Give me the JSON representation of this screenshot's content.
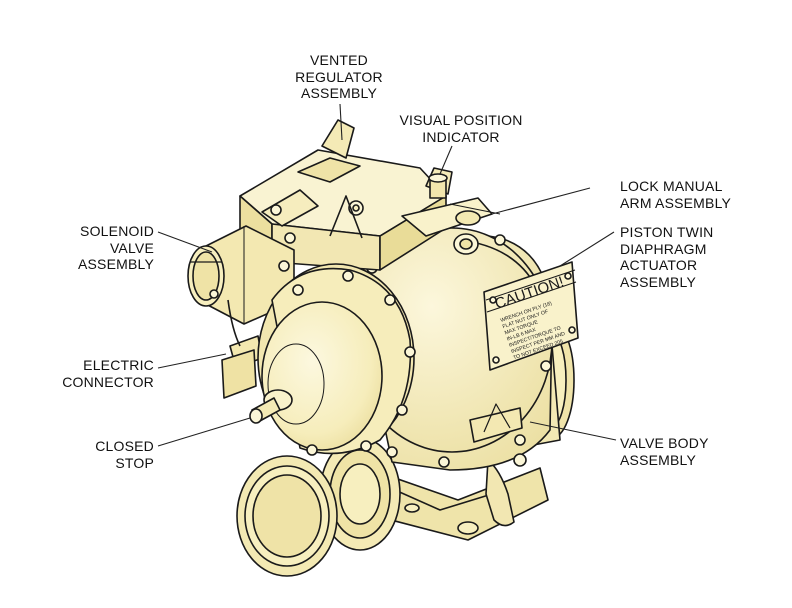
{
  "callouts": {
    "vented_regulator": [
      "VENTED",
      "REGULATOR",
      "ASSEMBLY"
    ],
    "visual_position": [
      "VISUAL POSITION",
      "INDICATOR"
    ],
    "lock_manual_arm": [
      "LOCK MANUAL",
      "ARM ASSEMBLY"
    ],
    "piston_twin": [
      "PISTON TWIN",
      "DIAPHRAGM",
      "ACTUATOR",
      "ASSEMBLY"
    ],
    "solenoid_valve": [
      "SOLENOID",
      "VALVE",
      "ASSEMBLY"
    ],
    "electric_connector": [
      "ELECTRIC",
      "CONNECTOR"
    ],
    "closed_stop": [
      "CLOSED",
      "STOP"
    ],
    "valve_body": [
      "VALVE BODY",
      "ASSEMBLY"
    ]
  },
  "caution_plate": {
    "heading": "CAUTION!",
    "lines": [
      "WRENCH ON PLY (18)",
      "FLAT NUT ONLY OF",
      "MAX TORQUE",
      "IN-LB 6 MAX",
      "INSPECT/TORQUE TO",
      "INSPECT PER MM AND",
      "TO NOT EXCEED 205"
    ]
  },
  "colors": {
    "body_fill": "#f7efbf",
    "body_fill_light": "#fbf6d7",
    "body_fill_shade": "#ecdf9f",
    "outline": "#1a1a1a",
    "leader": "#222222"
  }
}
